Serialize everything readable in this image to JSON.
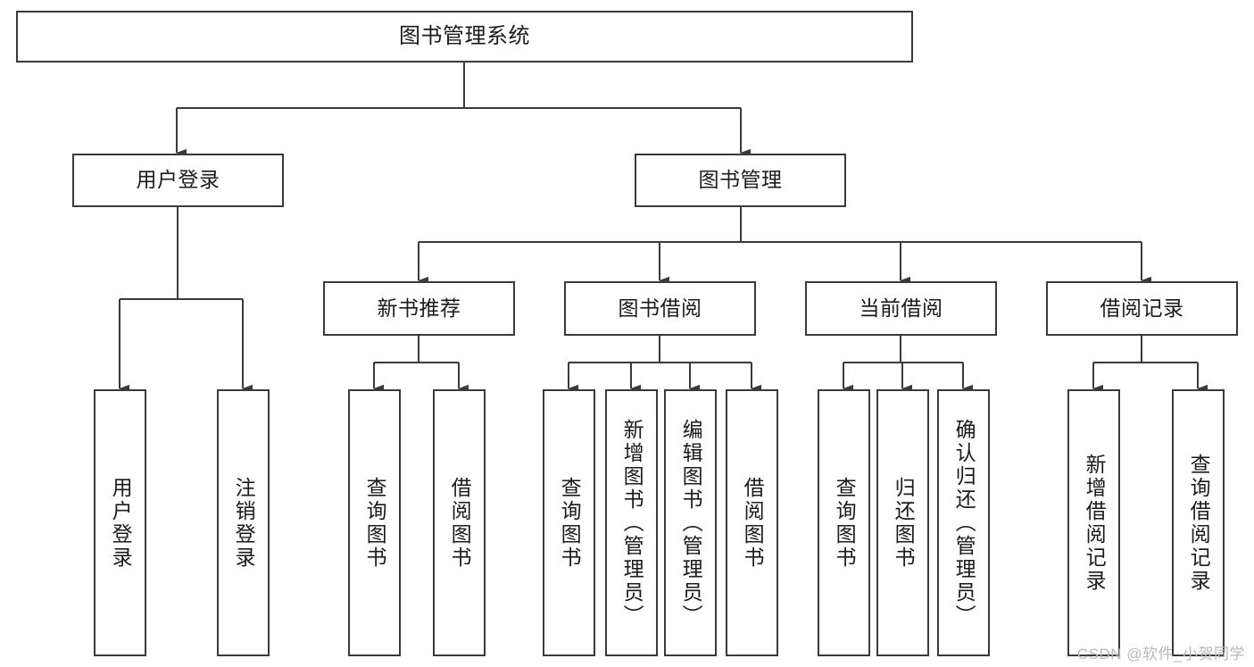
{
  "diagram": {
    "title": "图书管理系统",
    "type": "tree-structure-chart",
    "background": "#ffffff",
    "border_color": "#3a3a3a",
    "text_color": "#1b1b1b",
    "nodes": {
      "root": {
        "label": "图书管理系统"
      },
      "level2": [
        {
          "id": "user-login",
          "label": "用户登录"
        },
        {
          "id": "book-management",
          "label": "图书管理"
        }
      ],
      "level3": [
        {
          "id": "new-book-recommend",
          "label": "新书推荐"
        },
        {
          "id": "book-borrow",
          "label": "图书借阅"
        },
        {
          "id": "current-borrow",
          "label": "当前借阅"
        },
        {
          "id": "borrow-record",
          "label": "借阅记录"
        }
      ],
      "leaves": {
        "user-login": [
          {
            "id": "leaf-user-login",
            "label": "用户登录"
          },
          {
            "id": "leaf-logout-login",
            "label": "注销登录"
          }
        ],
        "new-book-recommend": [
          {
            "id": "leaf-query-book-1",
            "label": "查询图书"
          },
          {
            "id": "leaf-borrow-book-1",
            "label": "借阅图书"
          }
        ],
        "book-borrow": [
          {
            "id": "leaf-query-book-2",
            "label": "查询图书"
          },
          {
            "id": "leaf-add-book",
            "label": "新增图书（管理员）"
          },
          {
            "id": "leaf-edit-book",
            "label": "编辑图书（管理员）"
          },
          {
            "id": "leaf-borrow-book-2",
            "label": "借阅图书"
          }
        ],
        "current-borrow": [
          {
            "id": "leaf-query-book-3",
            "label": "查询图书"
          },
          {
            "id": "leaf-return-book",
            "label": "归还图书"
          },
          {
            "id": "leaf-confirm-return",
            "label": "确认归还（管理员）"
          }
        ],
        "borrow-record": [
          {
            "id": "leaf-add-record",
            "label": "新增借阅记录"
          },
          {
            "id": "leaf-query-record",
            "label": "查询借阅记录"
          }
        ]
      }
    },
    "watermark": "CSDN @软件_小贺同学"
  }
}
